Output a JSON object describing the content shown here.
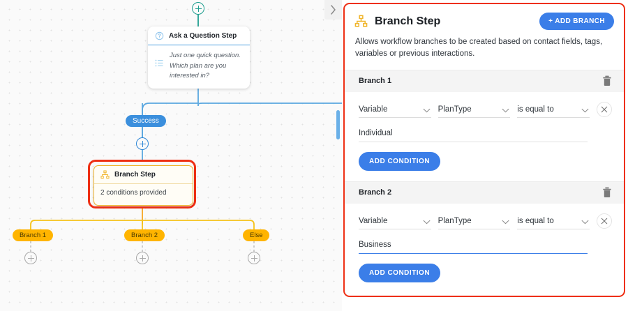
{
  "canvas": {
    "top_add_icon": "plus-icon",
    "collapse_icon": "chevron-right-icon",
    "question_node": {
      "icon": "question-circle-icon",
      "title": "Ask a Question Step",
      "body_icon": "list-icon",
      "body_text": "Just one quick question. Which plan are you interested in?"
    },
    "success_label": "Success",
    "branch_node": {
      "icon": "hierarchy-icon",
      "title": "Branch Step",
      "summary": "2 conditions provided"
    },
    "branch_labels": [
      "Branch 1",
      "Branch 2",
      "Else"
    ],
    "colors": {
      "teal": "#1f9e8f",
      "blue": "#3b8fdd",
      "orange": "#ffb400",
      "selection_red": "#ee2f14"
    }
  },
  "panel": {
    "icon": "hierarchy-icon",
    "title": "Branch Step",
    "add_branch_label": "+ ADD BRANCH",
    "description": "Allows workflow branches to be created based on contact fields, tags, variables or previous interactions.",
    "branches": [
      {
        "name": "Branch 1",
        "delete_icon": "trash-icon",
        "condition": {
          "source": "Variable",
          "field": "PlanType",
          "operator": "is equal to",
          "remove_icon": "close-icon"
        },
        "value": "Individual",
        "value_focused": false,
        "add_condition_label": "ADD CONDITION"
      },
      {
        "name": "Branch 2",
        "delete_icon": "trash-icon",
        "condition": {
          "source": "Variable",
          "field": "PlanType",
          "operator": "is equal to",
          "remove_icon": "close-icon"
        },
        "value": "Business",
        "value_focused": true,
        "add_condition_label": "ADD CONDITION"
      }
    ]
  }
}
